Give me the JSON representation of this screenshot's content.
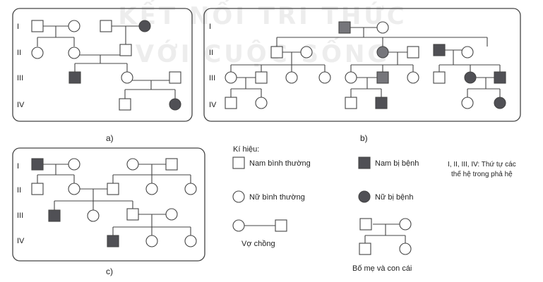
{
  "panels": [
    {
      "id": "a",
      "caption": "a)"
    },
    {
      "id": "b",
      "caption": "b)"
    },
    {
      "id": "c",
      "caption": "c)"
    }
  ],
  "generations": [
    "I",
    "II",
    "III",
    "IV"
  ],
  "legend": {
    "title": "Kí hiệu:",
    "male_normal": "Nam bình thường",
    "male_affected": "Nam bị bệnh",
    "female_normal": "Nữ bình thường",
    "female_affected": "Nữ bị bệnh",
    "couple": "Vợ chồng",
    "parents_children": "Bố mẹ và con cái",
    "generation_note_line1": "I, II, III, IV: Thứ tự các",
    "generation_note_line2": "thế hệ trong phả hệ"
  },
  "watermark": {
    "line1": "KẾT NỐI TRI THỨC",
    "line2": "VỚI CUỘC SỐNG"
  }
}
